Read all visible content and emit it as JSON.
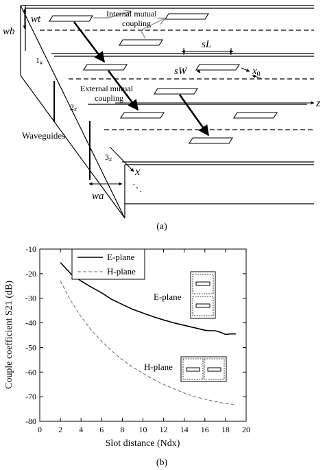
{
  "figure_a": {
    "caption": "(a)",
    "labels": {
      "wt": "wt",
      "wb": "wb",
      "internal_coupling_line1": "Internal mutual",
      "internal_coupling_line2": "coupling",
      "sL": "sL",
      "sW": "sW",
      "x0": "x",
      "x0_sub": "0",
      "external_coupling_line1": "External mutual",
      "external_coupling_line2": "coupling",
      "z_axis": "z",
      "x_axis": "x",
      "wa": "wa",
      "waveguides": "Waveguides",
      "wg1": "1",
      "wg2": "2",
      "wg3": "3",
      "wg_suffix": "#",
      "ellipsis": "⋱"
    }
  },
  "figure_b": {
    "caption": "(b)",
    "legend_entries": [
      "E-plane",
      "H-plane"
    ],
    "inset_labels": {
      "eplane": "E-plane",
      "hplane": "H-plane"
    }
  },
  "chart_data": {
    "type": "line",
    "title": "",
    "xlabel": "Slot distance (Ndx)",
    "ylabel": "Couple coefficient S21 (dB)",
    "xlim": [
      0,
      20
    ],
    "ylim": [
      -80,
      -10
    ],
    "xticks": [
      0,
      2,
      4,
      6,
      8,
      10,
      12,
      14,
      16,
      18,
      20
    ],
    "yticks": [
      -10,
      -20,
      -30,
      -40,
      -50,
      -60,
      -70,
      -80
    ],
    "grid": false,
    "legend_position": "top-left",
    "series": [
      {
        "name": "E-plane",
        "style": "solid",
        "color": "#000000",
        "x": [
          2,
          3,
          4,
          5,
          6,
          7,
          8,
          9,
          10,
          11,
          12,
          13,
          14,
          15,
          16,
          16.5,
          17,
          17.5,
          18,
          18.5,
          19
        ],
        "y": [
          -15.5,
          -20,
          -23,
          -25.5,
          -27.8,
          -30.5,
          -32.5,
          -34.5,
          -36,
          -37.5,
          -38.8,
          -40,
          -41,
          -42,
          -43,
          -43.2,
          -43.2,
          -43.8,
          -44.7,
          -44.5,
          -44.5
        ]
      },
      {
        "name": "H-plane",
        "style": "dashed",
        "color": "#666666",
        "x": [
          2,
          3,
          4,
          5,
          6,
          7,
          8,
          9,
          10,
          11,
          12,
          13,
          14,
          15,
          16,
          17,
          18,
          19
        ],
        "y": [
          -23,
          -31,
          -37.5,
          -43,
          -47.5,
          -51.5,
          -55,
          -58,
          -60.5,
          -63,
          -65,
          -66.8,
          -68.5,
          -70,
          -71,
          -72,
          -72.8,
          -73.2
        ]
      }
    ]
  }
}
